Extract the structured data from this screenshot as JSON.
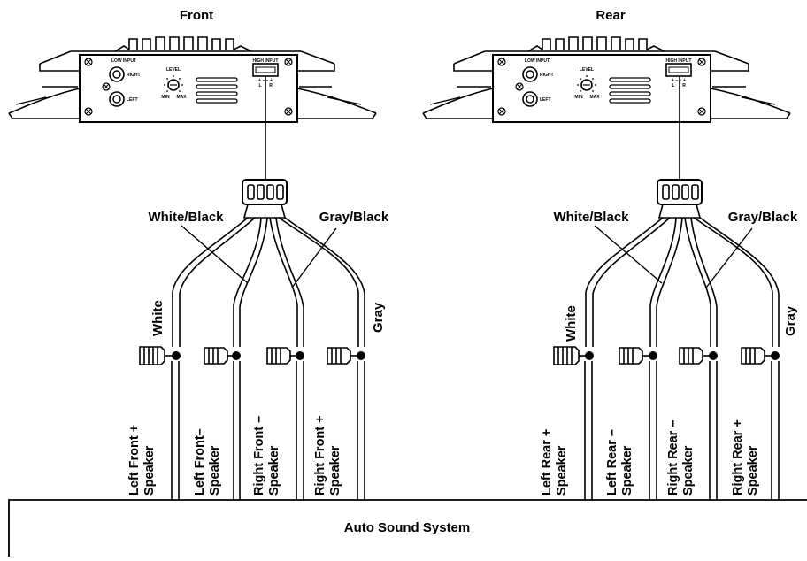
{
  "amplifiers": [
    {
      "title": "Front",
      "low_input": "LOW INPUT",
      "right": "RIGHT",
      "left": "LEFT",
      "level": "LEVEL",
      "min": "MIN",
      "max": "MAX",
      "high_input": "HIGH INPUT",
      "high_l": "L",
      "high_r": "R",
      "high_signs": "+ − − +",
      "wire_white_black": "White/Black",
      "wire_gray_black": "Gray/Black",
      "wire_white": "White",
      "wire_gray": "Gray",
      "speakers": [
        {
          "line1": "Left Front +",
          "line2": "Speaker"
        },
        {
          "line1": "Left Front–",
          "line2": "Speaker"
        },
        {
          "line1": "Right Front –",
          "line2": "Speaker"
        },
        {
          "line1": "Right Front +",
          "line2": "Speaker"
        }
      ]
    },
    {
      "title": "Rear",
      "low_input": "LOW INPUT",
      "right": "RIGHT",
      "left": "LEFT",
      "level": "LEVEL",
      "min": "MIN",
      "max": "MAX",
      "high_input": "HIGH INPUT",
      "high_l": "L",
      "high_r": "R",
      "high_signs": "+ − − +",
      "wire_white_black": "White/Black",
      "wire_gray_black": "Gray/Black",
      "wire_white": "White",
      "wire_gray": "Gray",
      "speakers": [
        {
          "line1": "Left Rear +",
          "line2": "Speaker"
        },
        {
          "line1": "Left Rear –",
          "line2": "Speaker"
        },
        {
          "line1": "Right Rear –",
          "line2": "Speaker"
        },
        {
          "line1": "Right Rear +",
          "line2": "Speaker"
        }
      ]
    }
  ],
  "system_label": "Auto Sound System"
}
